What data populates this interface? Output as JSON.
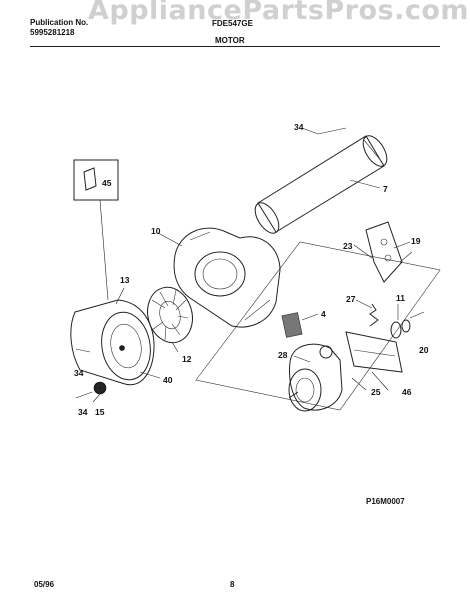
{
  "header": {
    "publication_label": "Publication No.",
    "publication_number": "5995281218",
    "model": "FDE547GE",
    "section_title": "MOTOR"
  },
  "watermark": "AppliancePartsPros.com",
  "diagram": {
    "reference_code": "P16M0007",
    "callouts": [
      "34",
      "7",
      "10",
      "19",
      "23",
      "45",
      "13",
      "4",
      "11",
      "27",
      "20",
      "12",
      "28",
      "34",
      "40",
      "46",
      "25",
      "34",
      "15"
    ]
  },
  "footer": {
    "date": "05/96",
    "page": "8"
  }
}
